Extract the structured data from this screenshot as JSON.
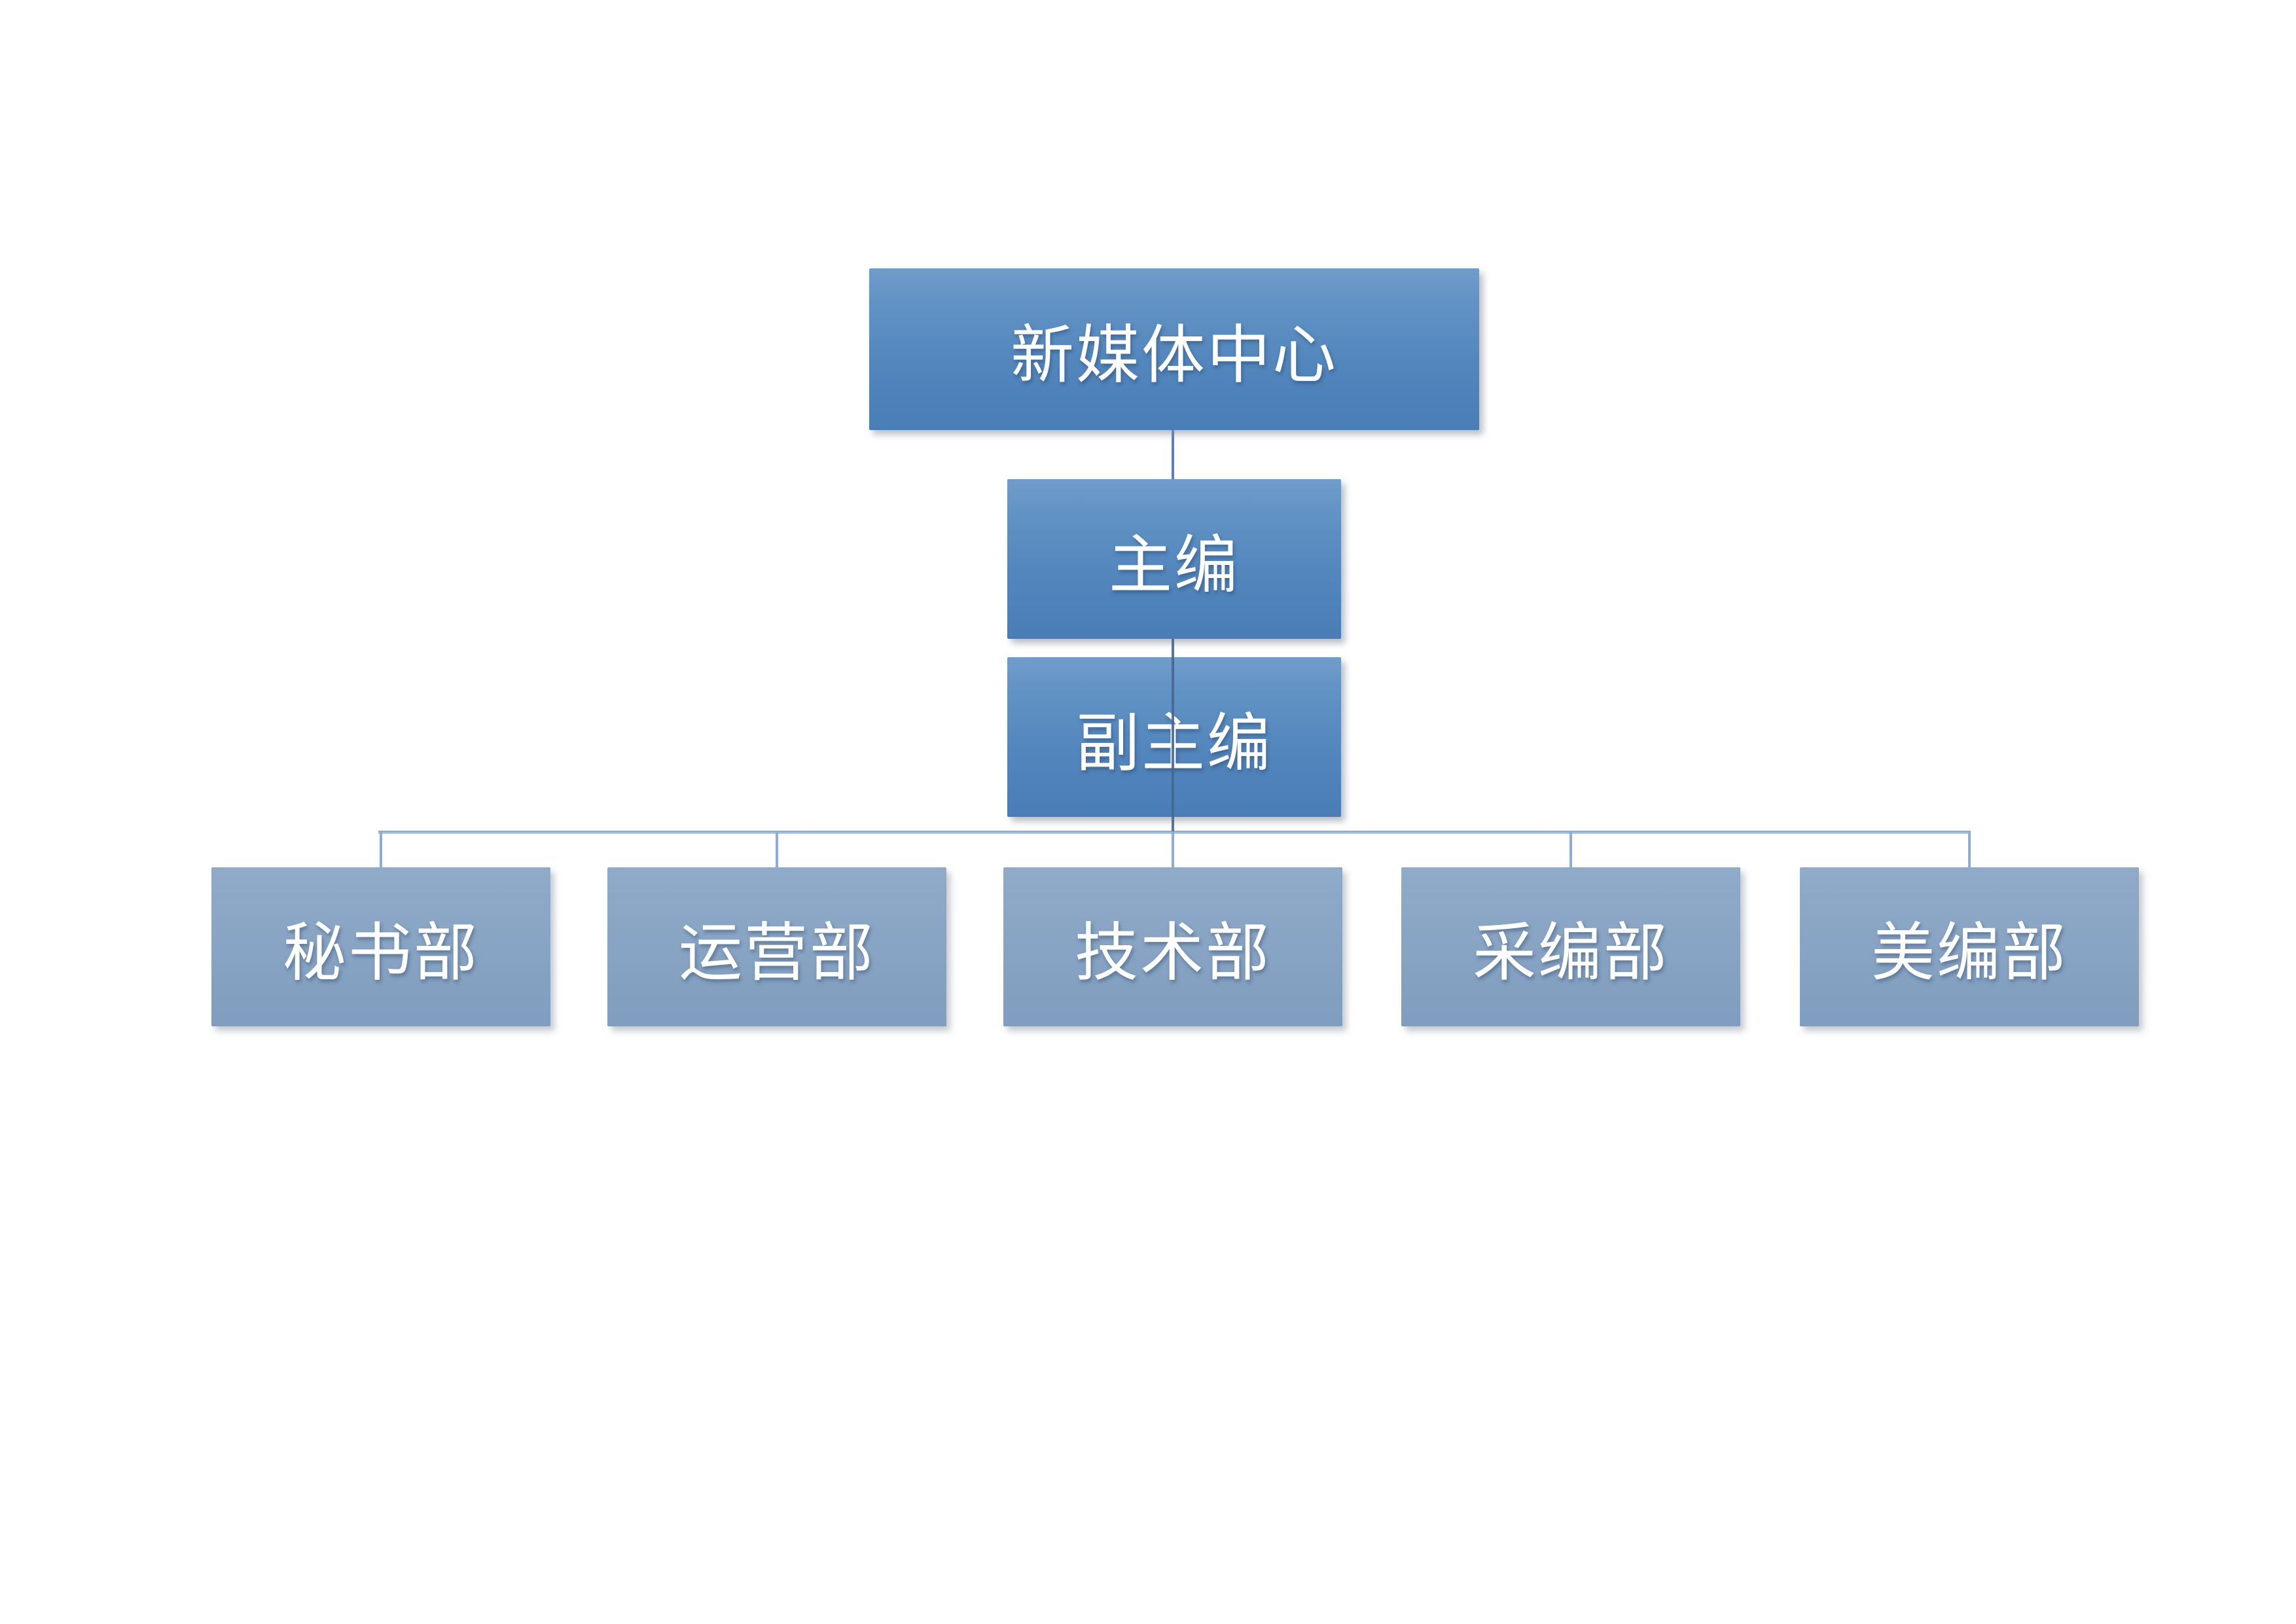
{
  "diagram": {
    "type": "org-chart",
    "background_color": "#ffffff",
    "palette": {
      "management_box_top": "#719cca",
      "management_box_bottom": "#4a7db6",
      "department_box_top": "#90abc9",
      "department_box_bottom": "#809dbf",
      "text_color": "#ffffff",
      "connector_color": "#5d82ae",
      "rail_color": "#a9c2df"
    },
    "nodes": {
      "root": {
        "label": "新媒体中心",
        "level": 1
      },
      "chief": {
        "label": "主编",
        "level": 2,
        "reports_to": "新媒体中心"
      },
      "deputy": {
        "label": "副主编",
        "level": 3,
        "reports_to": "主编"
      },
      "departments": [
        {
          "label": "秘书部",
          "reports_to": "副主编"
        },
        {
          "label": "运营部",
          "reports_to": "副主编"
        },
        {
          "label": "技术部",
          "reports_to": "副主编"
        },
        {
          "label": "采编部",
          "reports_to": "副主编"
        },
        {
          "label": "美编部",
          "reports_to": "副主编"
        }
      ]
    }
  }
}
